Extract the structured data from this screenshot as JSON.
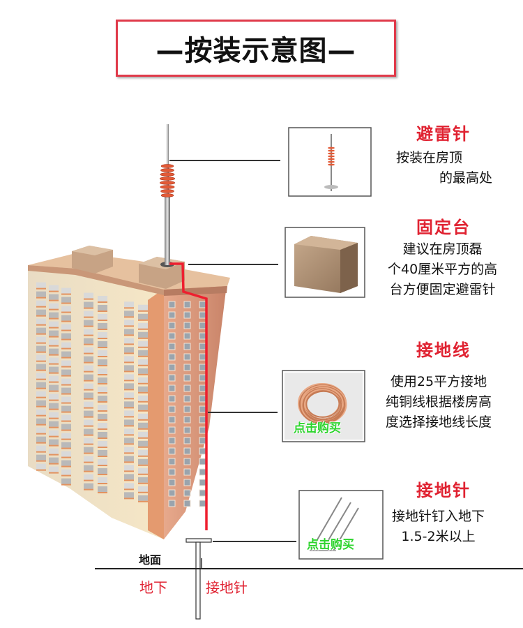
{
  "title": "—按装示意图—",
  "components": [
    {
      "name": "避雷针",
      "description": [
        "按装在房顶",
        "的最高处"
      ]
    },
    {
      "name": "固定台",
      "description": [
        "建议在房顶磊",
        "个40厘米平方的高",
        "台方便固定避雷针"
      ]
    },
    {
      "name": "接地线",
      "description": [
        "使用25平方接地",
        "纯铜线根据楼房高",
        "度选择接地线长度"
      ],
      "badge": "点击购买"
    },
    {
      "name": "接地针",
      "description": [
        "接地针钉入地下",
        "1.5-2米以上"
      ],
      "badge": "点击购买"
    }
  ],
  "ground": {
    "surface_label": "地面",
    "underground_label": "地下",
    "rod_label": "接地针"
  },
  "colors": {
    "accent_red": "#e02231",
    "buy_green": "#2ed42e",
    "wire_red": "#ee1f2f"
  }
}
